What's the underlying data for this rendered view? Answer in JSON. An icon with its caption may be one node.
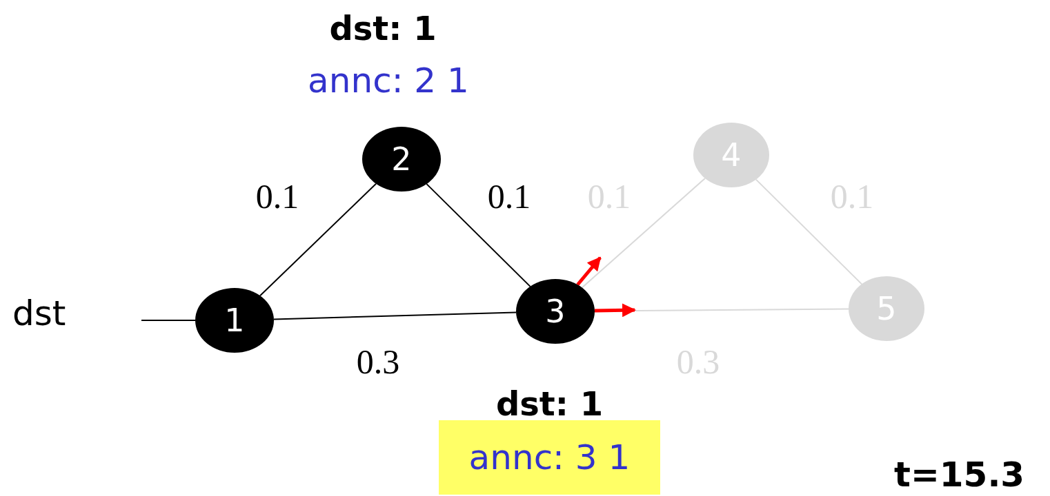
{
  "diagram": {
    "nodes": [
      {
        "text": [
          "1"
        ]
      },
      {
        "text": [
          "2"
        ],
        "beside": [
          "dst: 1",
          "annc: 2 1"
        ]
      },
      {
        "text": [
          "3"
        ]
      },
      {
        "text": [
          "4"
        ]
      },
      {
        "text": [
          "5"
        ]
      },
      {
        "text": [
          "dst: 1",
          "annc: 3 1"
        ]
      }
    ],
    "edges": [
      {
        "from": null,
        "to": 0,
        "arrow": "none"
      },
      {
        "from": 0,
        "to": 1,
        "arrow": "none",
        "label": "0.1"
      },
      {
        "from": 1,
        "to": 2,
        "arrow": "none",
        "label": "0.1"
      },
      {
        "from": 0,
        "to": 2,
        "arrow": "none",
        "label": "0.3"
      },
      {
        "from": 2,
        "to": 3,
        "arrow": "none",
        "label": "0.1",
        "color": "#d9d9d9"
      },
      {
        "from": 3,
        "to": 4,
        "arrow": "none",
        "label": "0.1",
        "color": "#d9d9d9"
      },
      {
        "from": 2,
        "to": 4,
        "arrow": "none",
        "label": "0.3",
        "color": "#d9d9d9"
      },
      {
        "from": 2,
        "to": null,
        "arrow": "to",
        "style": "thick",
        "color": "#ff0000"
      },
      {
        "from": 2,
        "to": null,
        "arrow": "to",
        "style": "thick",
        "color": "#ff0000"
      }
    ],
    "labels": [
      "dst",
      "t=15.3"
    ]
  }
}
